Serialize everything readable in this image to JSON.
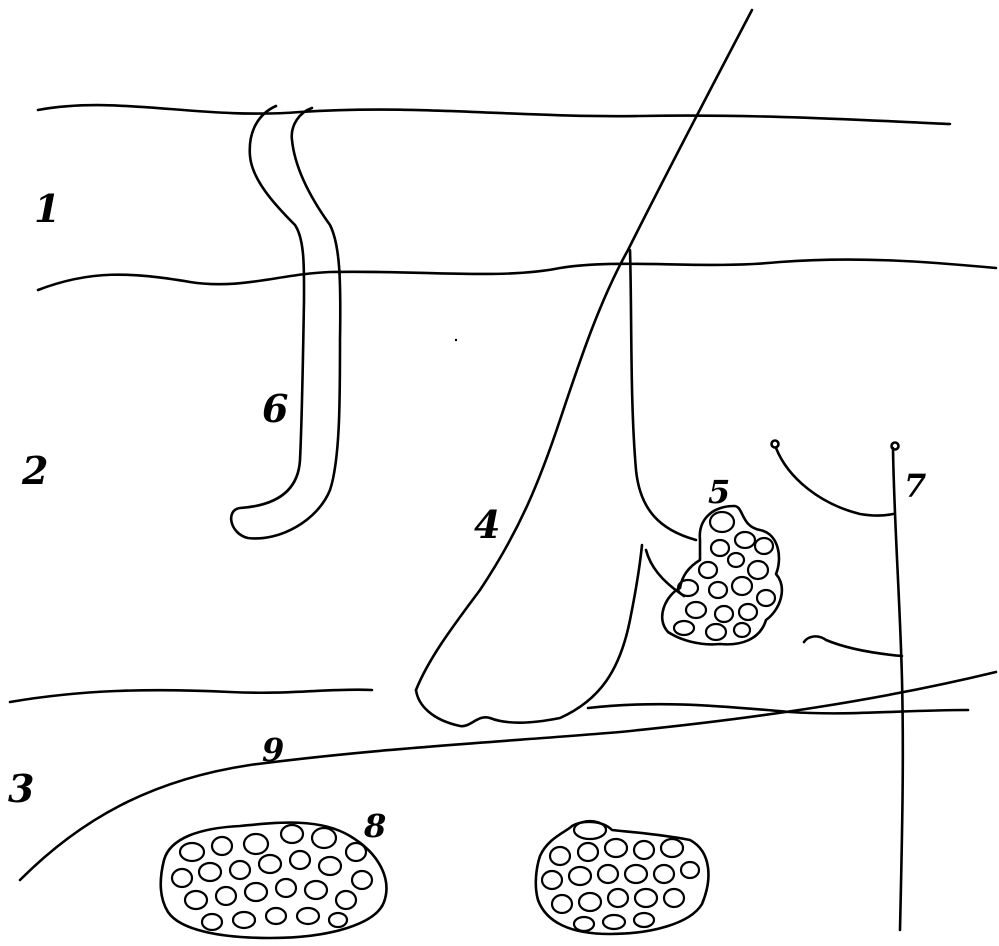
{
  "diagram": {
    "labels": {
      "layer_1": "1",
      "layer_2": "2",
      "layer_3": "3",
      "hair": "4",
      "sebaceous_gland": "5",
      "sweat_gland": "6",
      "muscle": "7",
      "fat_lobule": "8",
      "boundary": "9"
    },
    "colors": {
      "ink": "#000000",
      "background": "#ffffff"
    }
  }
}
